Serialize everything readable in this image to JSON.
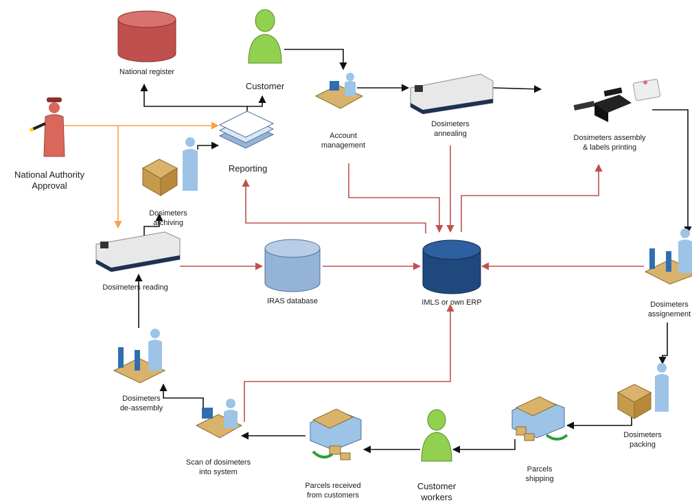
{
  "nodes": {
    "national_register": "National register",
    "customer": "Customer",
    "national_authority": "National Authority\nApproval",
    "reporting": "Reporting",
    "account_management": "Account\nmanagement",
    "annealing": "Dosimeters\nannealing",
    "assembly": "Dosimeters assembly\n& labels printing",
    "archiving": "Dosimeters\narchiving",
    "reading": "Dosimeters reading",
    "iras_db": "IRAS database",
    "imls": "IMLS or own ERP",
    "assignement": "Dosimeters\nassignement",
    "deassembly": "Dosimeters\nde-assembly",
    "packing": "Dosimeters\npacking",
    "scan": "Scan of dosimeters\ninto system",
    "parcels_received": "Parcels received\nfrom customers",
    "customer_workers": "Customer\nworkers",
    "parcels_shipping": "Parcels\nshipping"
  },
  "colors": {
    "red_flow": "#c0504d",
    "orange_flow": "#f7a14a",
    "black_flow": "#111111",
    "national_register_db": "#c0504d",
    "iras_db": "#95b3d7",
    "imls_db": "#1f497d",
    "person_green": "#92d050",
    "officer_red": "#d9675c",
    "worker_blue": "#9dc3e6",
    "box_tan": "#d9b36c"
  }
}
